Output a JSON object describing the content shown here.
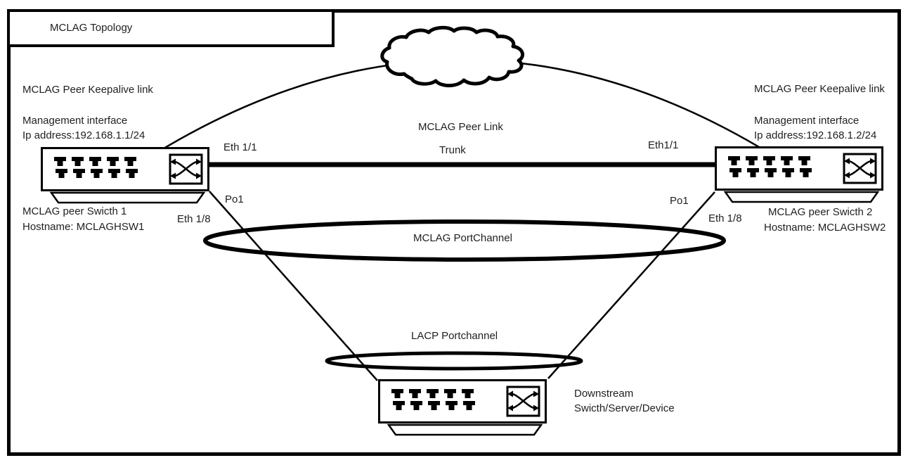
{
  "title": {
    "label": "MCLAG Topology"
  },
  "left_switch": {
    "keepalive_label": "MCLAG Peer Keepalive link",
    "mgmt_interface": "Management interface",
    "mgmt_ip": "Ip address:192.168.1.1/24",
    "eth_label": "Eth 1/1",
    "po_label": "Po1",
    "downlink_label": "Eth 1/8",
    "name": "MCLAG peer Swicth 1",
    "hostname": "Hostname: MCLAGHSW1"
  },
  "right_switch": {
    "keepalive_label": "MCLAG Peer Keepalive link",
    "mgmt_interface": "Management interface",
    "mgmt_ip": "Ip address:192.168.1.2/24",
    "eth_label": "Eth1/1",
    "po_label": "Po1",
    "downlink_label": "Eth 1/8",
    "name": "MCLAG peer Swicth 2",
    "hostname": "Hostname: MCLAGHSW2"
  },
  "links": {
    "peer_link_label": "MCLAG Peer Link",
    "trunk_label": "Trunk",
    "mclag_portchannel_label": "MCLAG PortChannel",
    "lacp_portchannel_label": "LACP Portchannel"
  },
  "downstream": {
    "line1": "Downstream",
    "line2": "Swicth/Server/Device"
  },
  "colors": {
    "ink": "#000000",
    "text": "#1f1f1f",
    "background": "#ffffff"
  }
}
